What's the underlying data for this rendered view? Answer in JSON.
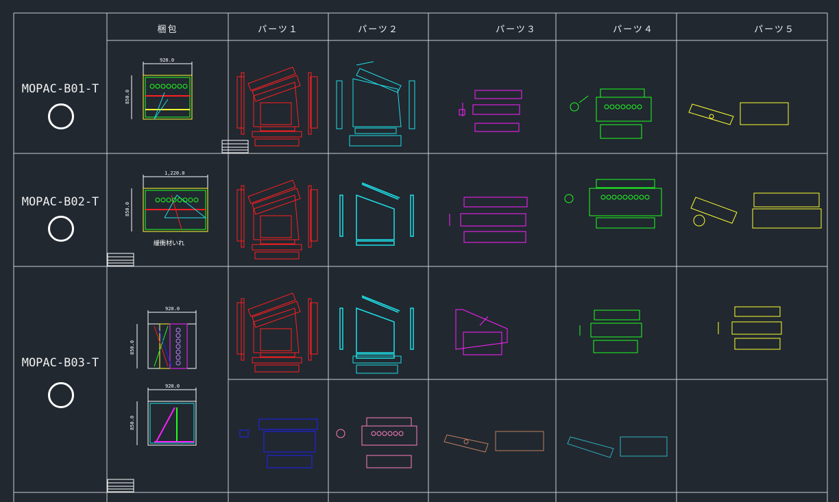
{
  "headers": [
    "梱包",
    "パーツ１",
    "パーツ２",
    "パーツ３",
    "パーツ４",
    "パーツ５"
  ],
  "rows": [
    {
      "model": "MOPAC-B01-T",
      "mark": "○"
    },
    {
      "model": "MOPAC-B02-T",
      "mark": "○"
    },
    {
      "model": "MOPAC-B03-T",
      "mark": "○"
    }
  ],
  "packaging": {
    "b01": {
      "width": "920.0",
      "height": "850.0"
    },
    "b02": {
      "width": "1,220.0",
      "height": "850.0",
      "note": "緩衝材いれ"
    },
    "b03a": {
      "width": "920.0",
      "height": "850.0"
    },
    "b03b": {
      "width": "920.0",
      "height": "850.0"
    }
  },
  "colors": {
    "background": "#212830",
    "grid": "#d0d0d0",
    "red": "#ff2020",
    "cyan": "#20e0e8",
    "magenta": "#ff20ff",
    "green": "#20ff20",
    "yellow": "#ffff30",
    "blue": "#2020ff",
    "pink": "#ff80c0",
    "brown": "#c08060",
    "teal": "#30b0c0"
  }
}
